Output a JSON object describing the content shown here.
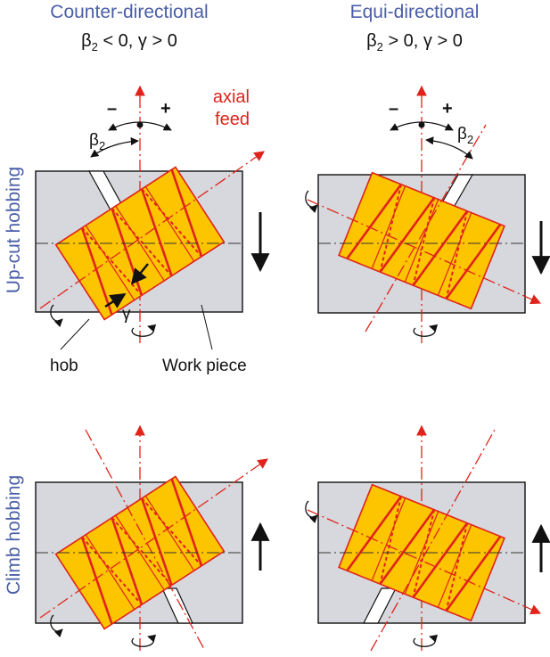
{
  "columns": [
    {
      "title": "Counter-directional",
      "condition_beta": "β",
      "condition_sub": "2",
      "condition_rest": " < 0, γ > 0"
    },
    {
      "title": "Equi-directional",
      "condition_beta": "β",
      "condition_sub": "2",
      "condition_rest": " > 0, γ > 0"
    }
  ],
  "rows": [
    {
      "label": "Up-cut hobbing"
    },
    {
      "label": "Climb hobbing"
    }
  ],
  "labels": {
    "axial_feed_line1": "axial",
    "axial_feed_line2": "feed",
    "beta": "β",
    "beta_sub": "2",
    "gamma": "γ",
    "hob": "hob",
    "work_piece": "Work piece",
    "minus": "–",
    "plus": "+"
  },
  "colors": {
    "hob_fill": "#fdc400",
    "hob_lines": "#e0231b",
    "workpiece_fill": "#d6d8dd",
    "header_text": "#4a5ea8",
    "feed_arrow": "#111111"
  }
}
